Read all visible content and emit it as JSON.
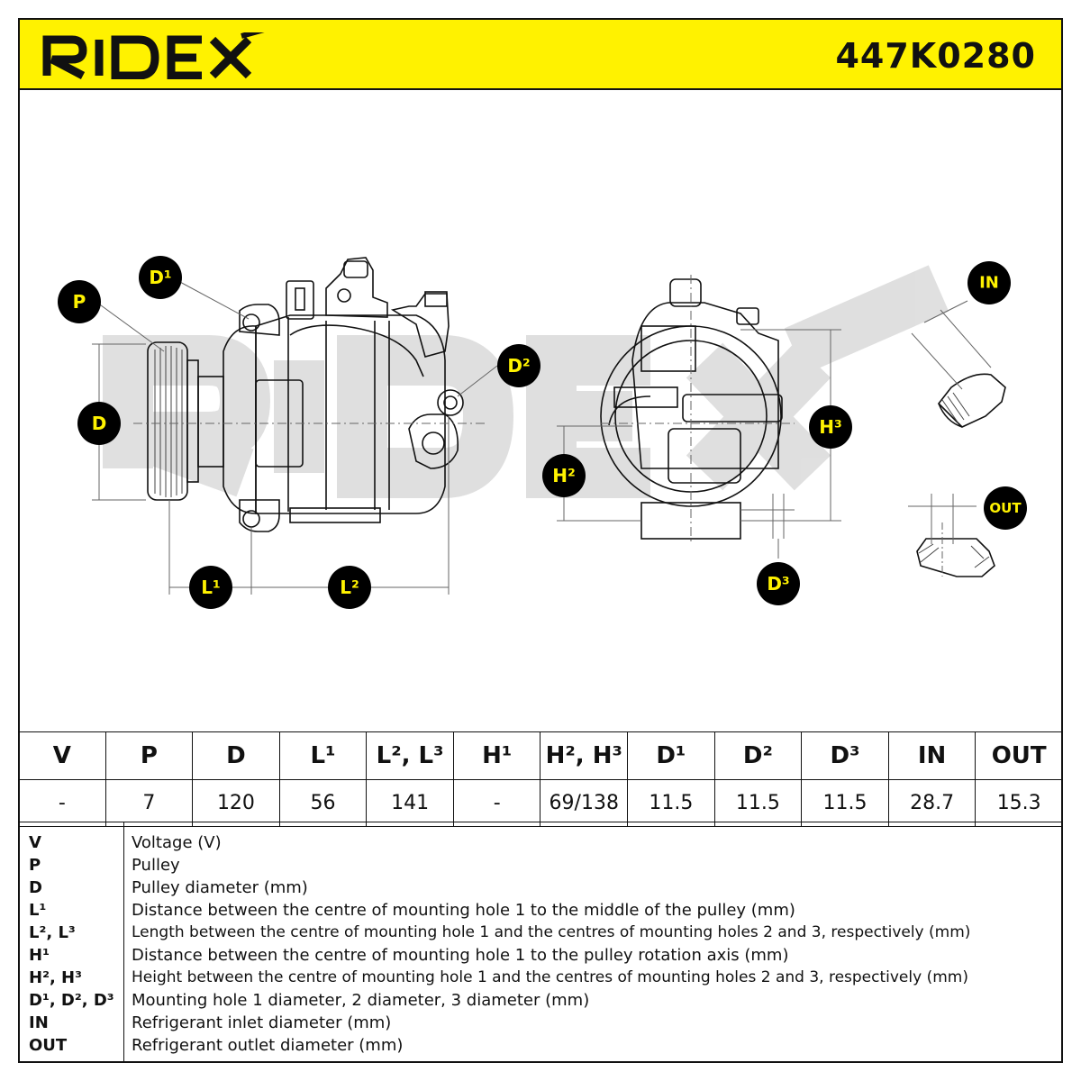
{
  "header": {
    "brand": "RIDEX",
    "part_number": "447K0280",
    "accent_color": "#fff200"
  },
  "callouts": {
    "P": "P",
    "D1": "D¹",
    "D": "D",
    "D2": "D²",
    "L1": "L¹",
    "L2": "L²",
    "H2": "H²",
    "H3": "H³",
    "D3": "D³",
    "IN": "IN",
    "OUT": "OUT"
  },
  "spec": {
    "headers": [
      "V",
      "P",
      "D",
      "L¹",
      "L², L³",
      "H¹",
      "H², H³",
      "D¹",
      "D²",
      "D³",
      "IN",
      "OUT"
    ],
    "values": [
      "-",
      "7",
      "120",
      "56",
      "141",
      "-",
      "69/138",
      "11.5",
      "11.5",
      "11.5",
      "28.7",
      "15.3"
    ]
  },
  "legend": [
    {
      "key": "V",
      "desc": "Voltage (V)"
    },
    {
      "key": "P",
      "desc": "Pulley"
    },
    {
      "key": "D",
      "desc": "Pulley diameter (mm)"
    },
    {
      "key": "L¹",
      "desc": "Distance between the centre of mounting hole 1 to the middle of the pulley (mm)"
    },
    {
      "key": "L², L³",
      "desc": "Length between the centre of mounting hole 1 and the centres of mounting holes 2 and 3, respectively (mm)"
    },
    {
      "key": "H¹",
      "desc": "Distance between the centre of mounting hole 1 to the pulley rotation axis (mm)"
    },
    {
      "key": "H², H³",
      "desc": "Height between the centre of mounting hole 1 and the centres of mounting holes 2 and 3, respectively (mm)"
    },
    {
      "key": "D¹, D², D³",
      "desc": "Mounting hole 1 diameter, 2 diameter, 3 diameter (mm)"
    },
    {
      "key": "IN",
      "desc": "Refrigerant inlet diameter (mm)"
    },
    {
      "key": "OUT",
      "desc": "Refrigerant outlet diameter (mm)"
    }
  ]
}
